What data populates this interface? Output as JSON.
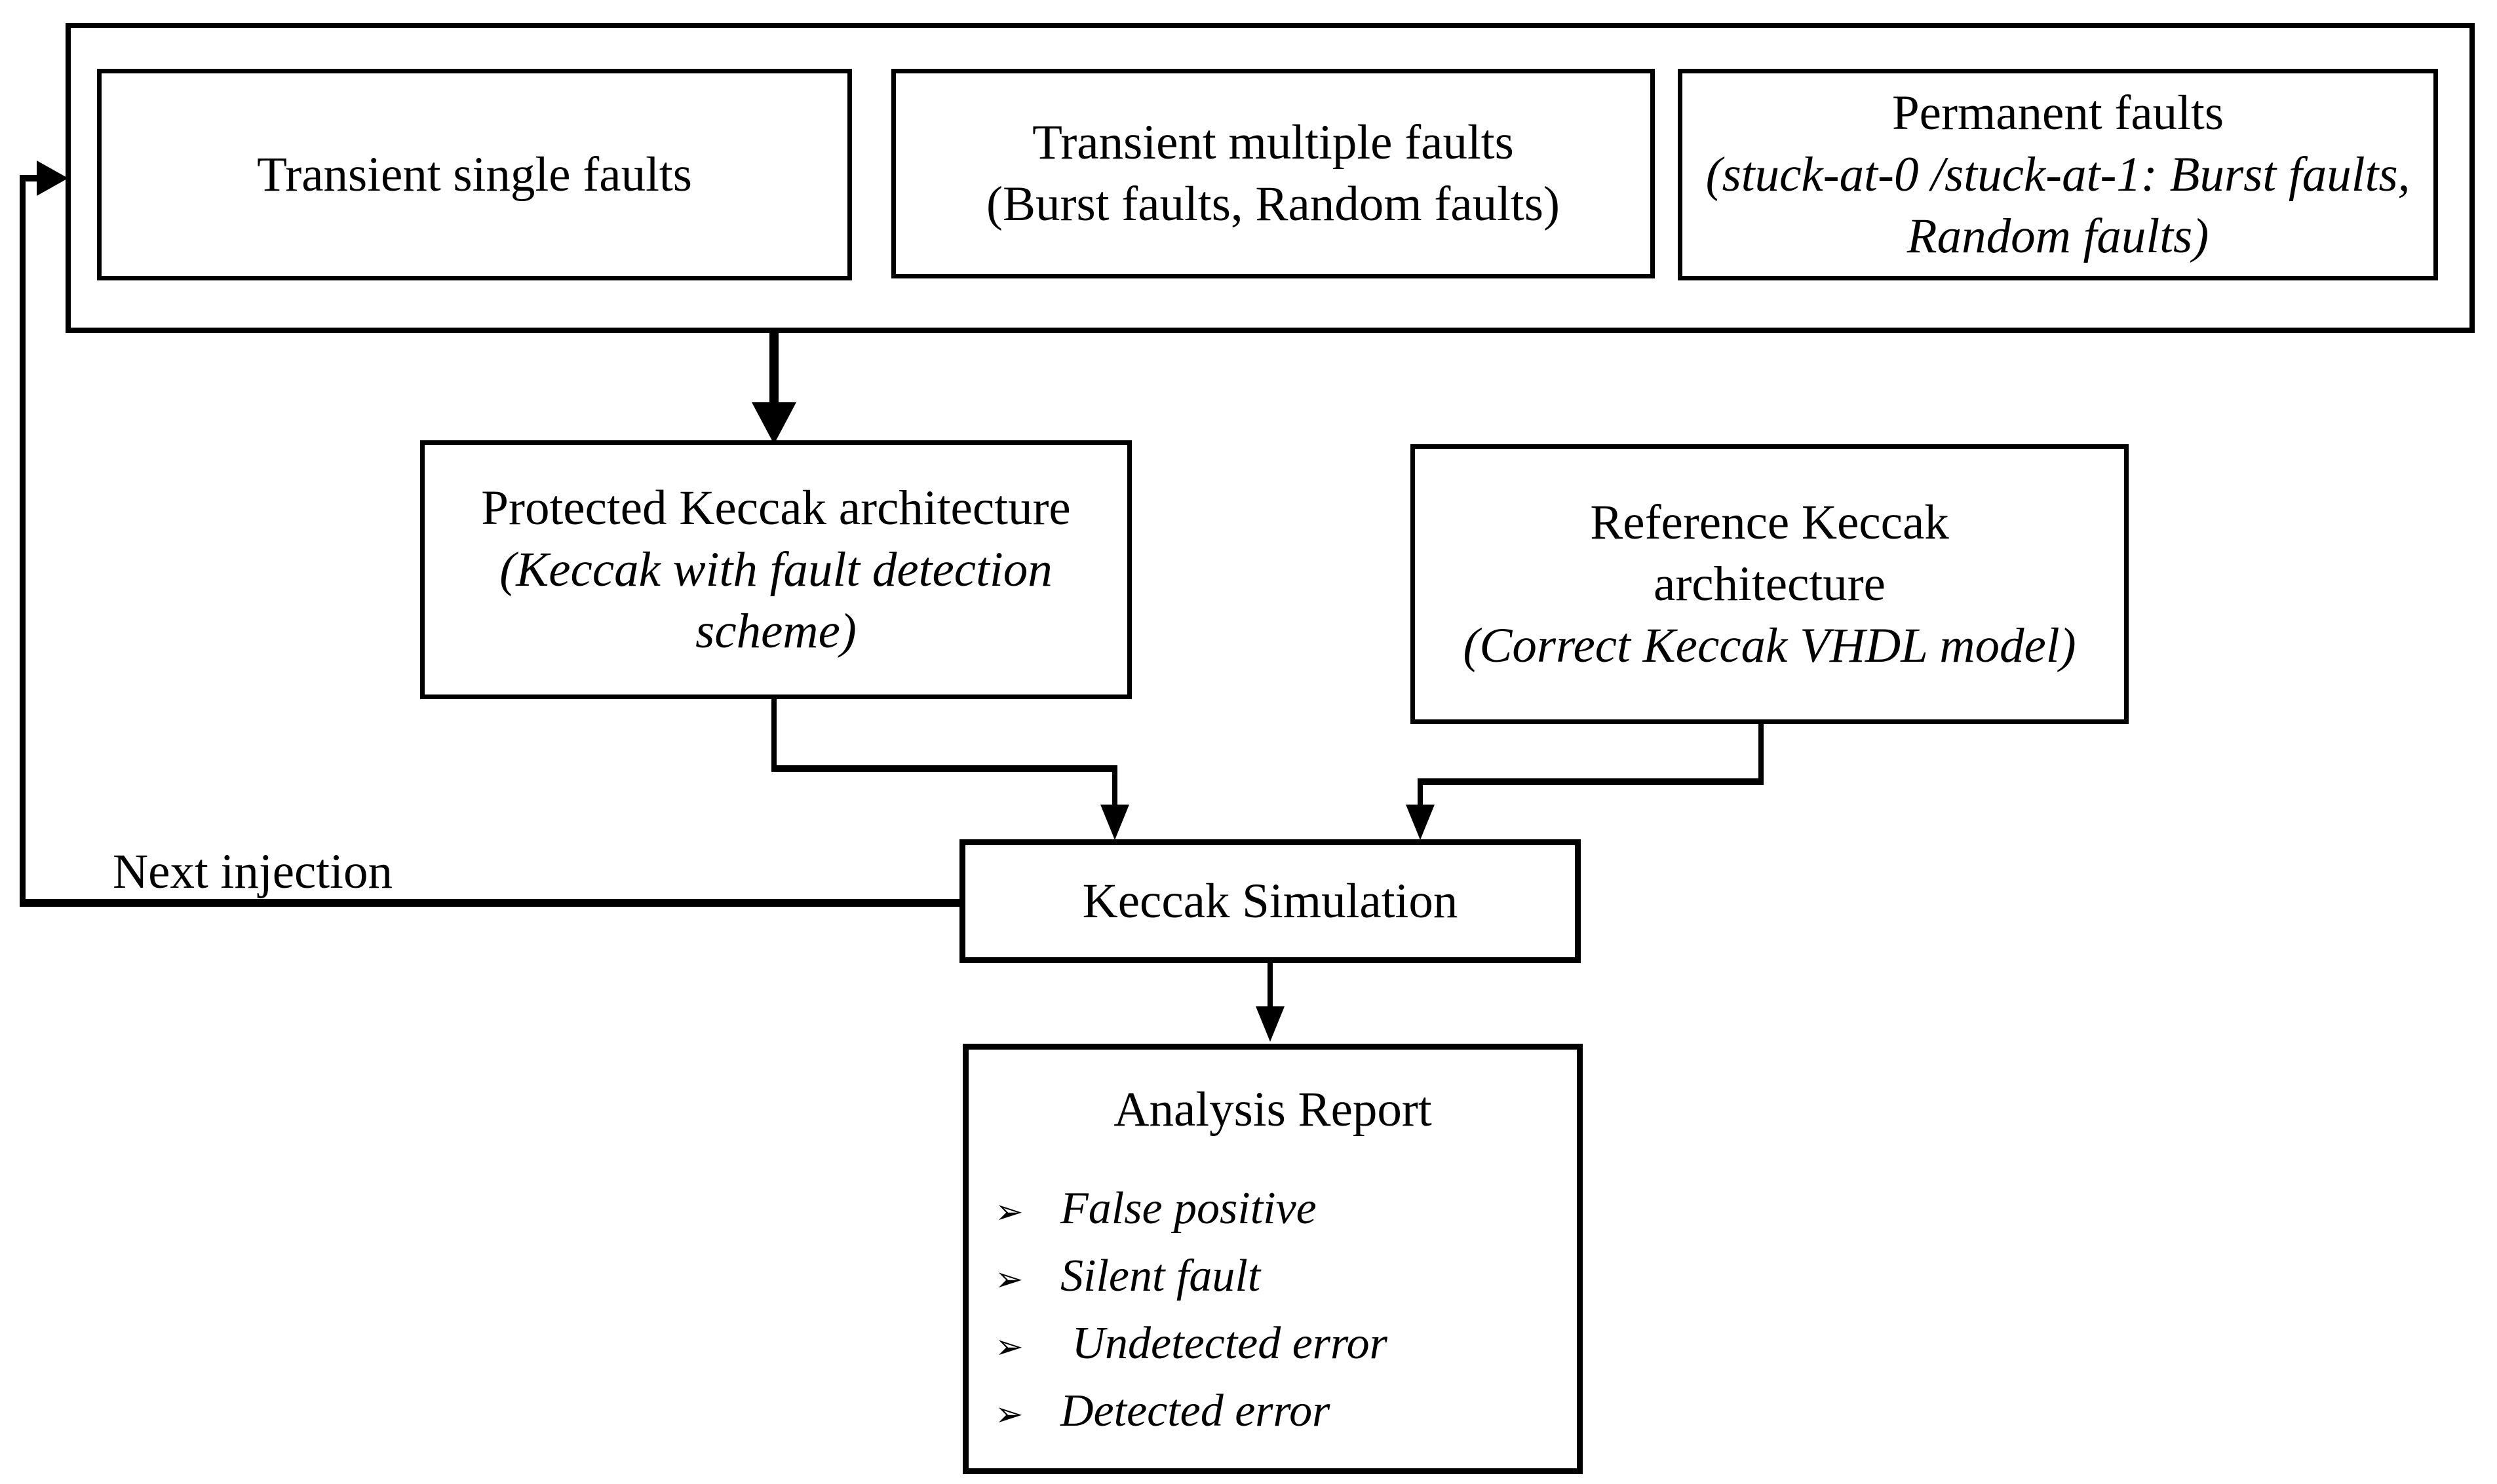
{
  "colors": {
    "ink": "#000000",
    "paper": "#ffffff"
  },
  "fault_sources": [
    {
      "title": "Transient single faults",
      "subtitle": ""
    },
    {
      "title": "Transient multiple faults",
      "subtitle": "(Burst faults, Random faults)"
    },
    {
      "title": "Permanent faults",
      "subtitle": "(stuck-at-0 /stuck-at-1: Burst faults, Random faults)"
    }
  ],
  "protected_node": {
    "title": "Protected Keccak architecture",
    "subtitle": "(Keccak with fault detection scheme)"
  },
  "reference_node": {
    "title": "Reference Keccak architecture",
    "subtitle": "(Correct Keccak VHDL model)"
  },
  "simulation_node": {
    "title": "Keccak Simulation"
  },
  "analysis_node": {
    "title": "Analysis Report",
    "bullet": "➢",
    "items": [
      "False positive",
      "Silent fault",
      " Undetected error",
      "Detected error"
    ]
  },
  "labels": {
    "next_injection": "Next injection"
  }
}
